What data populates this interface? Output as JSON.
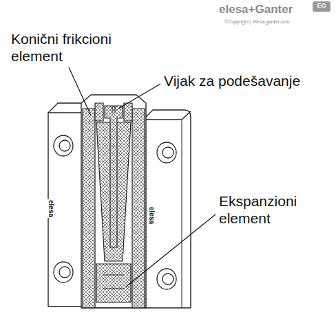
{
  "diagram": {
    "labels": [
      "Konični frikcioni element",
      "Vijak za podešavanje",
      "Ekspanzioni element",
      "elesa",
      "elesa",
      "elesa+Ganter",
      "EG",
      "©Copyright | elesa-ganter.com"
    ]
  }
}
